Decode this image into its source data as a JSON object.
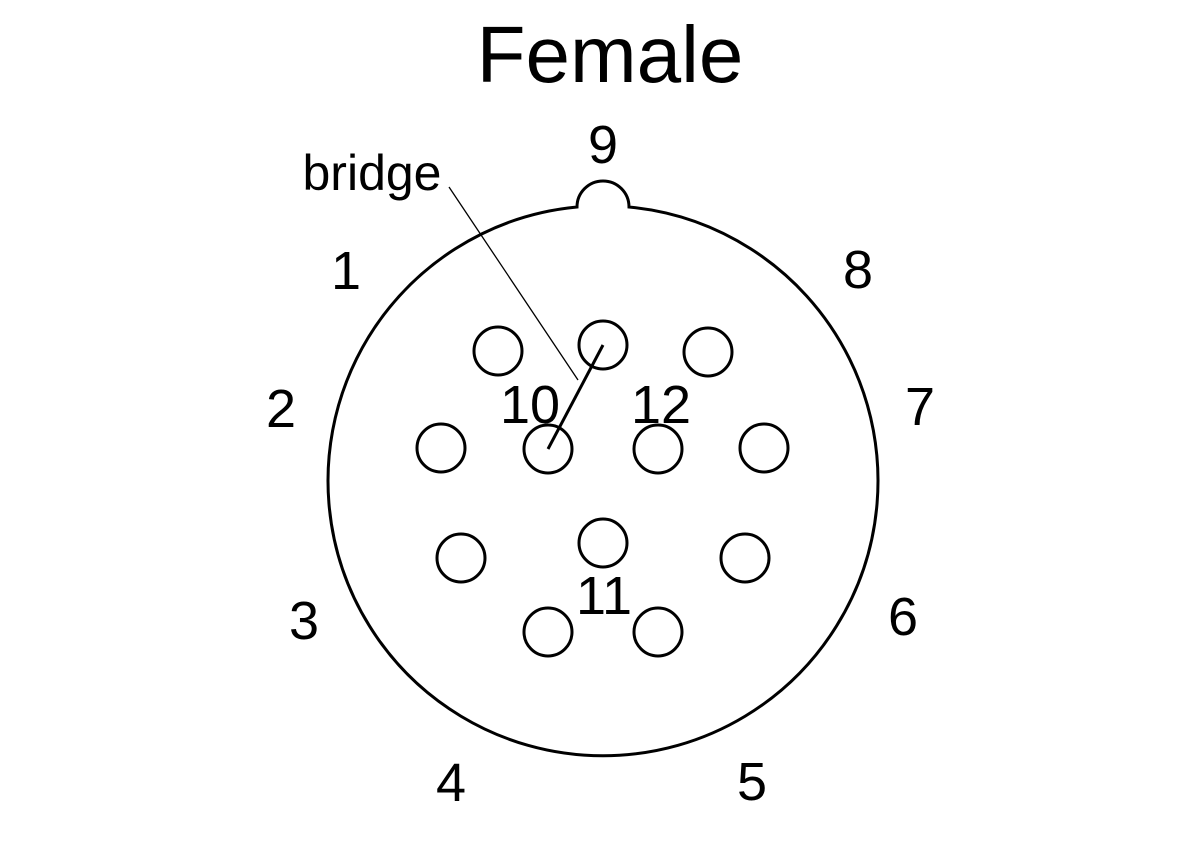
{
  "diagram": {
    "title": "Female",
    "bridge_label": "bridge",
    "pin_labels": [
      "1",
      "2",
      "3",
      "4",
      "5",
      "6",
      "7",
      "8",
      "9",
      "10",
      "11",
      "12"
    ],
    "line_color": "#000000",
    "background": "#ffffff"
  }
}
